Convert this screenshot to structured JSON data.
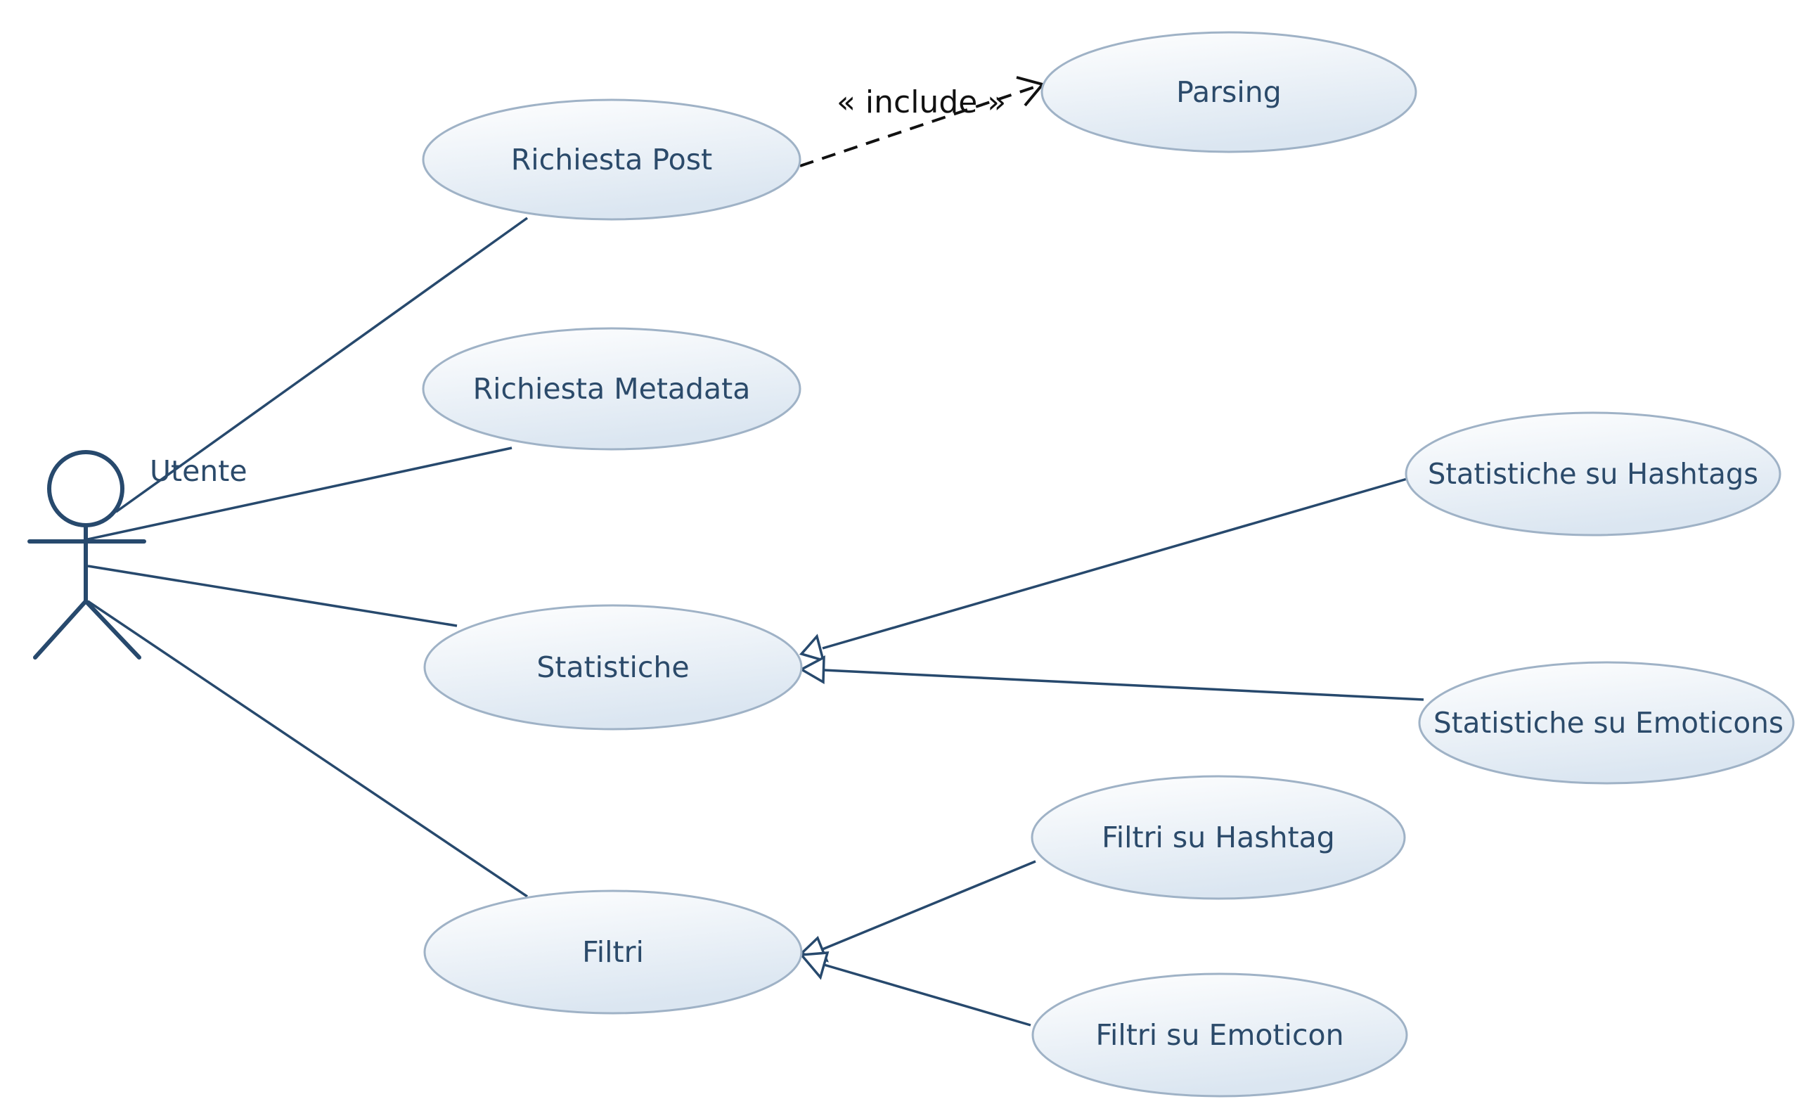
{
  "actor": {
    "name": "Utente"
  },
  "use_cases": {
    "richiesta_post": "Richiesta Post",
    "parsing": "Parsing",
    "richiesta_metadata": "Richiesta Metadata",
    "statistiche": "Statistiche",
    "statistiche_hashtags": "Statistiche su Hashtags",
    "statistiche_emoticons": "Statistiche su Emoticons",
    "filtri": "Filtri",
    "filtri_hashtag": "Filtri su Hashtag",
    "filtri_emoticon": "Filtri su Emoticon"
  },
  "relations": {
    "include_label": "« include »"
  },
  "colors": {
    "line": "#27496d",
    "text": "#2b4a6a",
    "ellipse_stroke": "#9fb2c6",
    "ellipse_fill_top": "#ffffff",
    "ellipse_fill_bottom": "#dde8f2"
  }
}
